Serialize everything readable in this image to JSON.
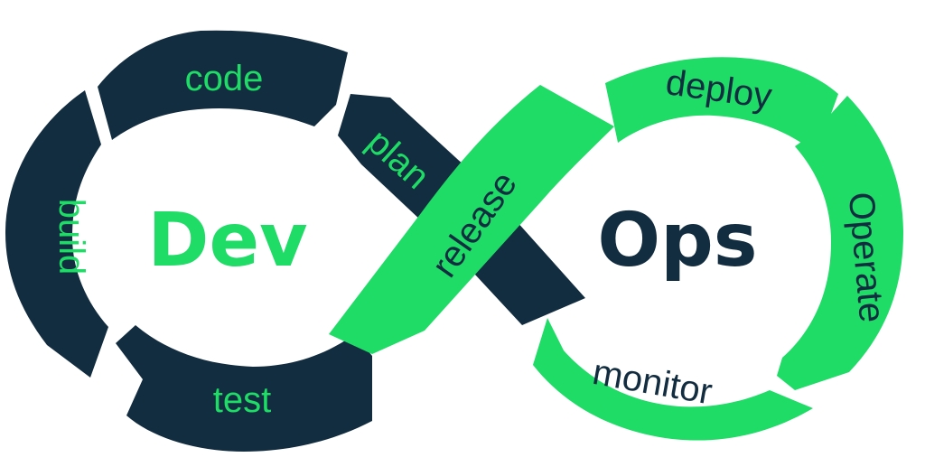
{
  "colors": {
    "dark": "#122c40",
    "green": "#1fdc66",
    "background": "#ffffff"
  },
  "center": {
    "dev": "Dev",
    "ops": "Ops"
  },
  "stages": {
    "code": "code",
    "plan": "plan",
    "build": "build",
    "test": "test",
    "release": "release",
    "deploy": "deploy",
    "operate": "Operate",
    "monitor": "monitor"
  }
}
